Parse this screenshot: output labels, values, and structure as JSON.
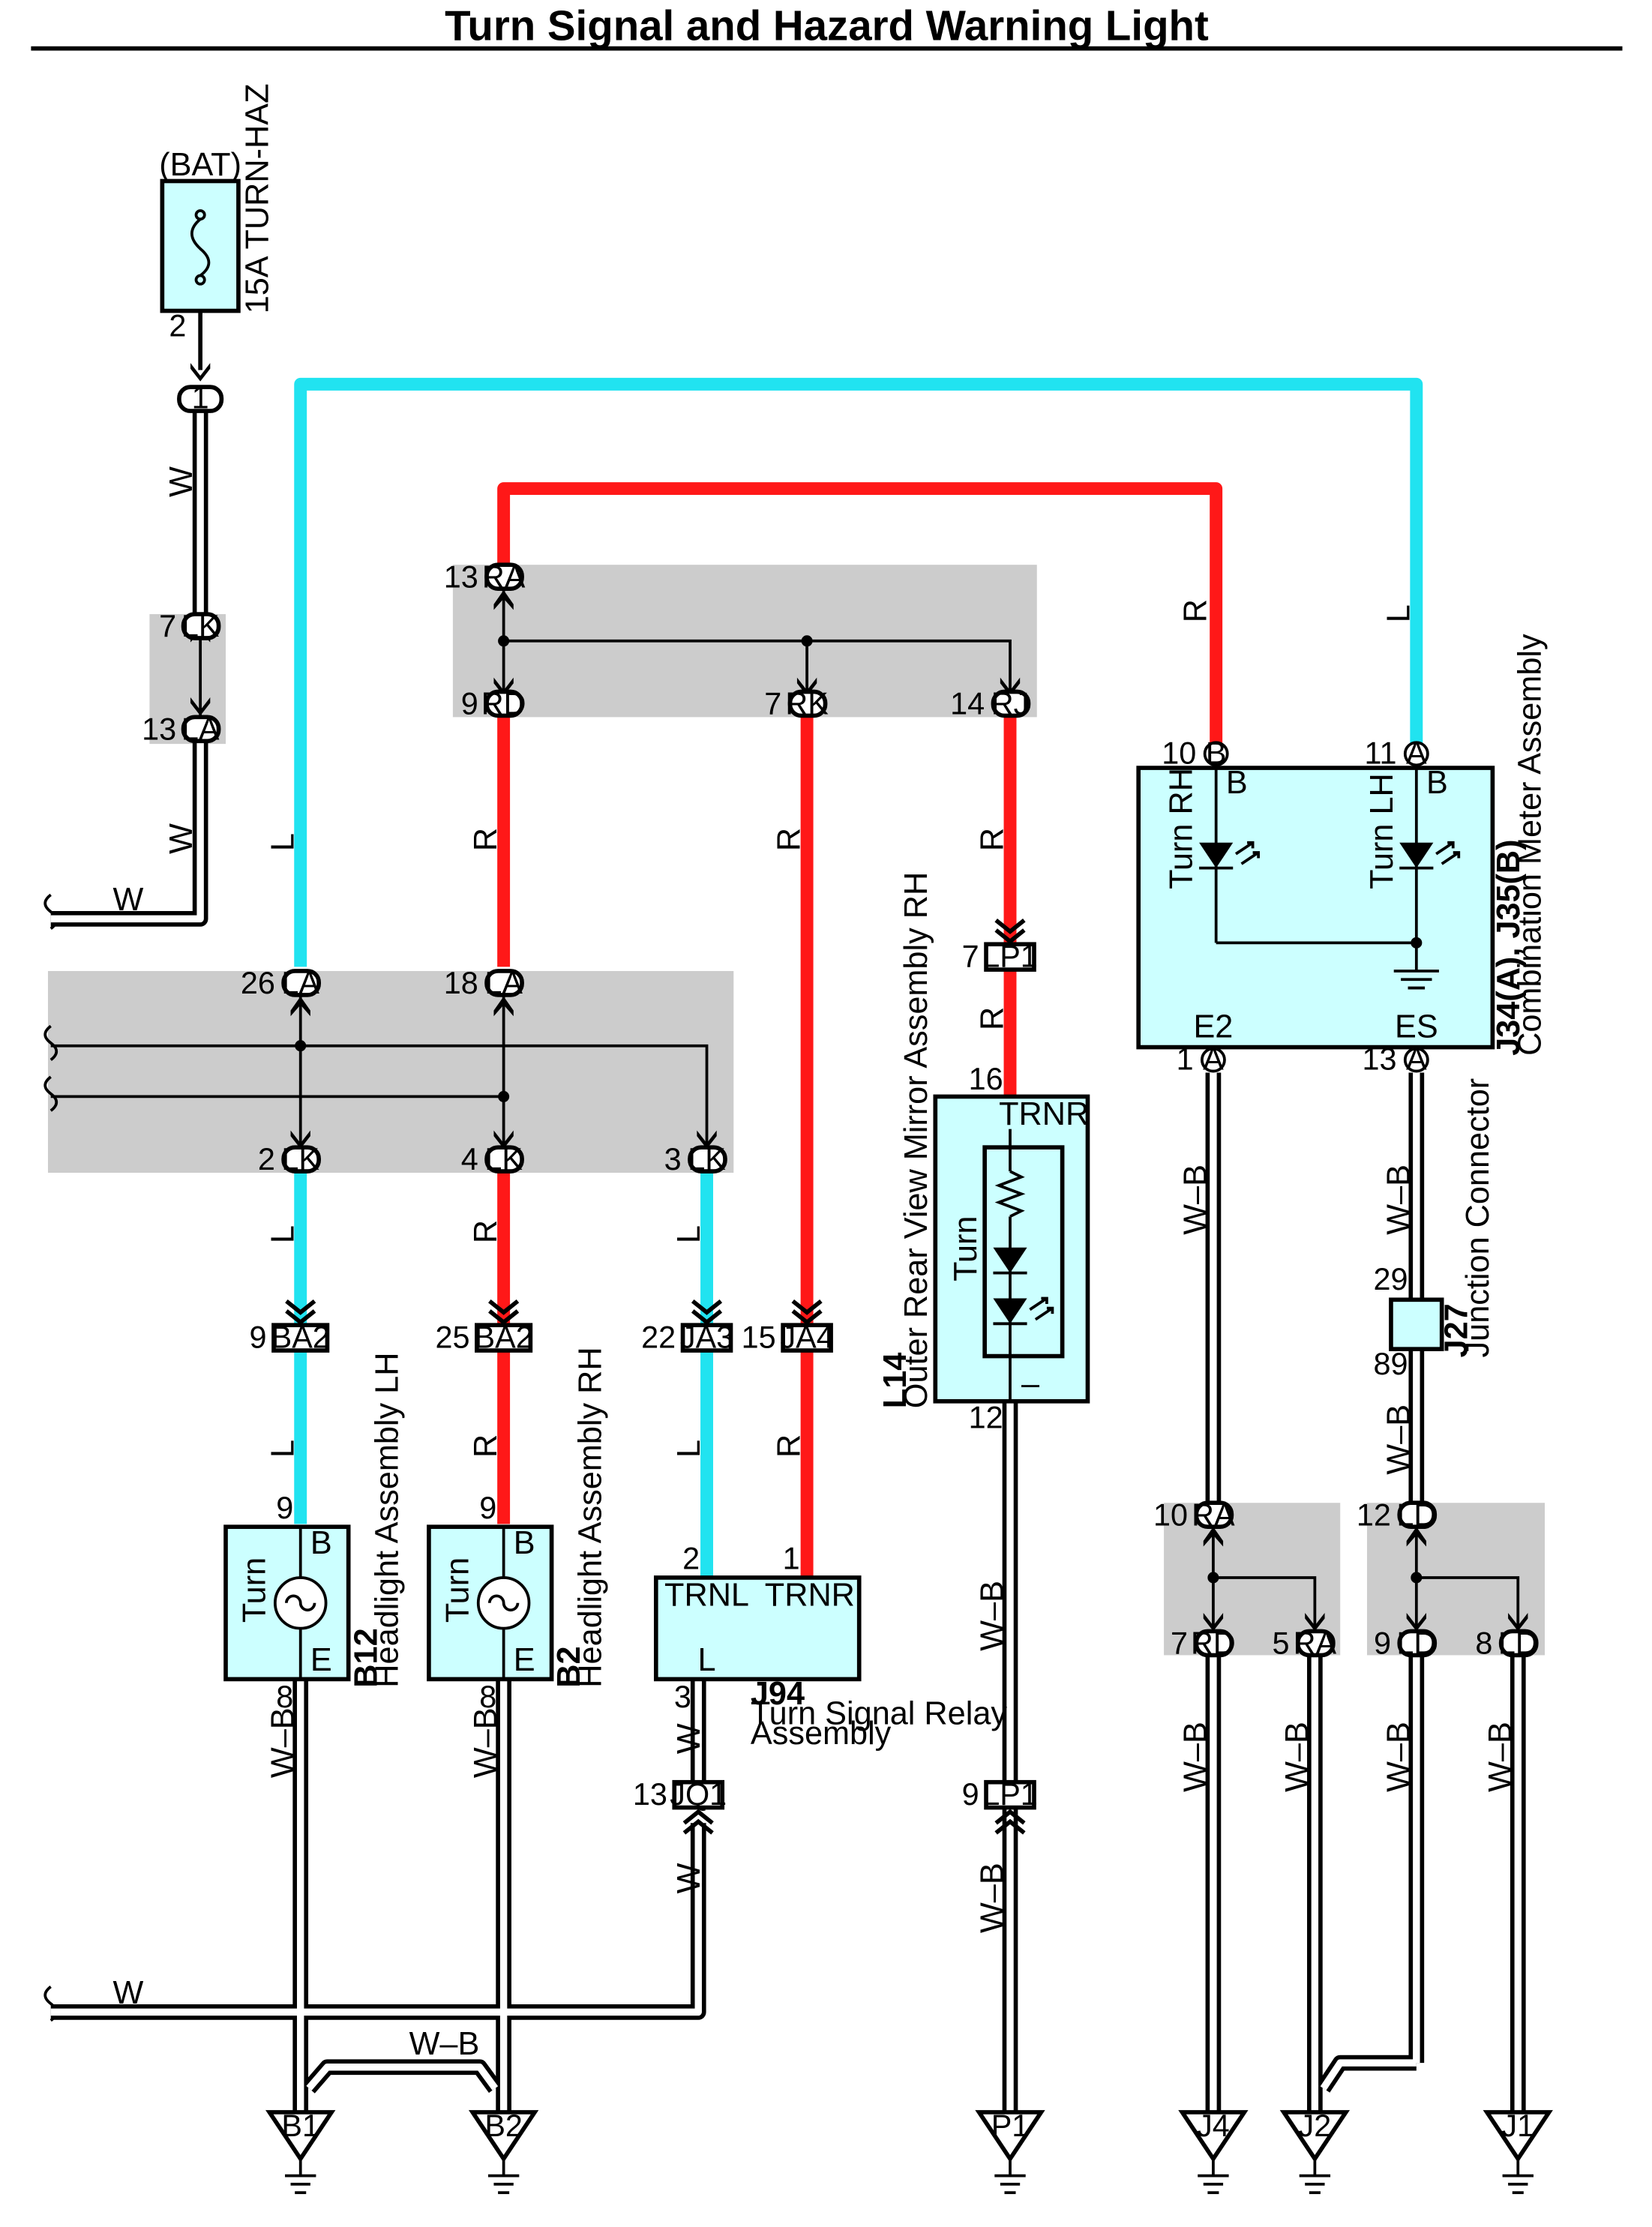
{
  "title": "Turn Signal and Hazard Warning Light",
  "colors": {
    "blue": "#21e3f0",
    "red": "#ff1818",
    "gray": "#cccccc",
    "component": "#ccffff"
  },
  "fuse": {
    "source": "(BAT)",
    "name": "15A TURN-HAZ",
    "pin": "2"
  },
  "splice_top": {
    "label": "1"
  },
  "wire_colors": {
    "white": "W",
    "blue": "L",
    "red": "R",
    "ground": "W–B"
  },
  "connectors": {
    "lk_upper": {
      "pin": "7",
      "code": "LK"
    },
    "la_upper": {
      "pin": "13",
      "code": "LA"
    },
    "ra_top": {
      "pin": "13",
      "code": "RA"
    },
    "rd": {
      "pin": "9",
      "code": "RD"
    },
    "rk": {
      "pin": "7",
      "code": "RK"
    },
    "rj": {
      "pin": "14",
      "code": "RJ"
    },
    "la26": {
      "pin": "26",
      "code": "LA"
    },
    "la18": {
      "pin": "18",
      "code": "LA"
    },
    "lk2": {
      "pin": "2",
      "code": "LK"
    },
    "lk4": {
      "pin": "4",
      "code": "LK"
    },
    "lk3": {
      "pin": "3",
      "code": "LK"
    },
    "ba2_9": {
      "pin": "9",
      "code": "BA2"
    },
    "ba2_25": {
      "pin": "25",
      "code": "BA2"
    },
    "ja3": {
      "pin": "22",
      "code": "JA3"
    },
    "ja4": {
      "pin": "15",
      "code": "JA4"
    },
    "lp1_top": {
      "pin": "7",
      "code": "LP1"
    },
    "lp1_bot": {
      "pin": "9",
      "code": "LP1"
    },
    "jq1": {
      "pin": "13",
      "code": "JQ1"
    },
    "meter_b": {
      "pin": "10",
      "code": "B"
    },
    "meter_a11": {
      "pin": "11",
      "code": "A"
    },
    "meter_a1": {
      "pin": "1",
      "code": "A"
    },
    "meter_a13": {
      "pin": "13",
      "code": "A"
    },
    "ra10": {
      "pin": "10",
      "code": "RA"
    },
    "rd7": {
      "pin": "7",
      "code": "RD"
    },
    "ra5": {
      "pin": "5",
      "code": "RA"
    },
    "ld12": {
      "pin": "12",
      "code": "LD"
    },
    "ld9": {
      "pin": "9",
      "code": "LD"
    },
    "ld8": {
      "pin": "8",
      "code": "LD"
    }
  },
  "meter": {
    "code": "J34(A), J35(B)",
    "name": "Combination Meter Assembly",
    "term_b1": "B",
    "term_b2": "B",
    "turn_rh": "Turn RH",
    "turn_lh": "Turn LH",
    "e2": "E2",
    "es": "ES"
  },
  "mirror": {
    "code": "L14",
    "name": "Outer Rear View Mirror Assembly RH",
    "pin_top": "16",
    "pin_bot": "12",
    "term": "TRNR",
    "inner": "Turn",
    "minus": "–"
  },
  "headlight_lh": {
    "code": "B12",
    "name": "Headlight Assembly LH",
    "pin_top": "9",
    "pin_bot": "8",
    "term_b": "B",
    "term_e": "E",
    "inner": "Turn"
  },
  "headlight_rh": {
    "code": "B2",
    "name": "Headlight Assembly RH",
    "pin_top": "9",
    "pin_bot": "8",
    "term_b": "B",
    "term_e": "E",
    "inner": "Turn"
  },
  "relay": {
    "code": "J94",
    "name_line1": "Turn Signal Relay",
    "name_line2": "Assembly",
    "pin_trnl": "2",
    "pin_trnr": "1",
    "pin_l": "3",
    "trnl": "TRNL",
    "trnr": "TRNR",
    "l": "L"
  },
  "junction": {
    "code": "J27",
    "name": "Junction Connector",
    "pin_top": "29",
    "pin_bot": "89"
  },
  "grounds": [
    "B1",
    "B2",
    "P1",
    "J4",
    "J2",
    "J1"
  ]
}
